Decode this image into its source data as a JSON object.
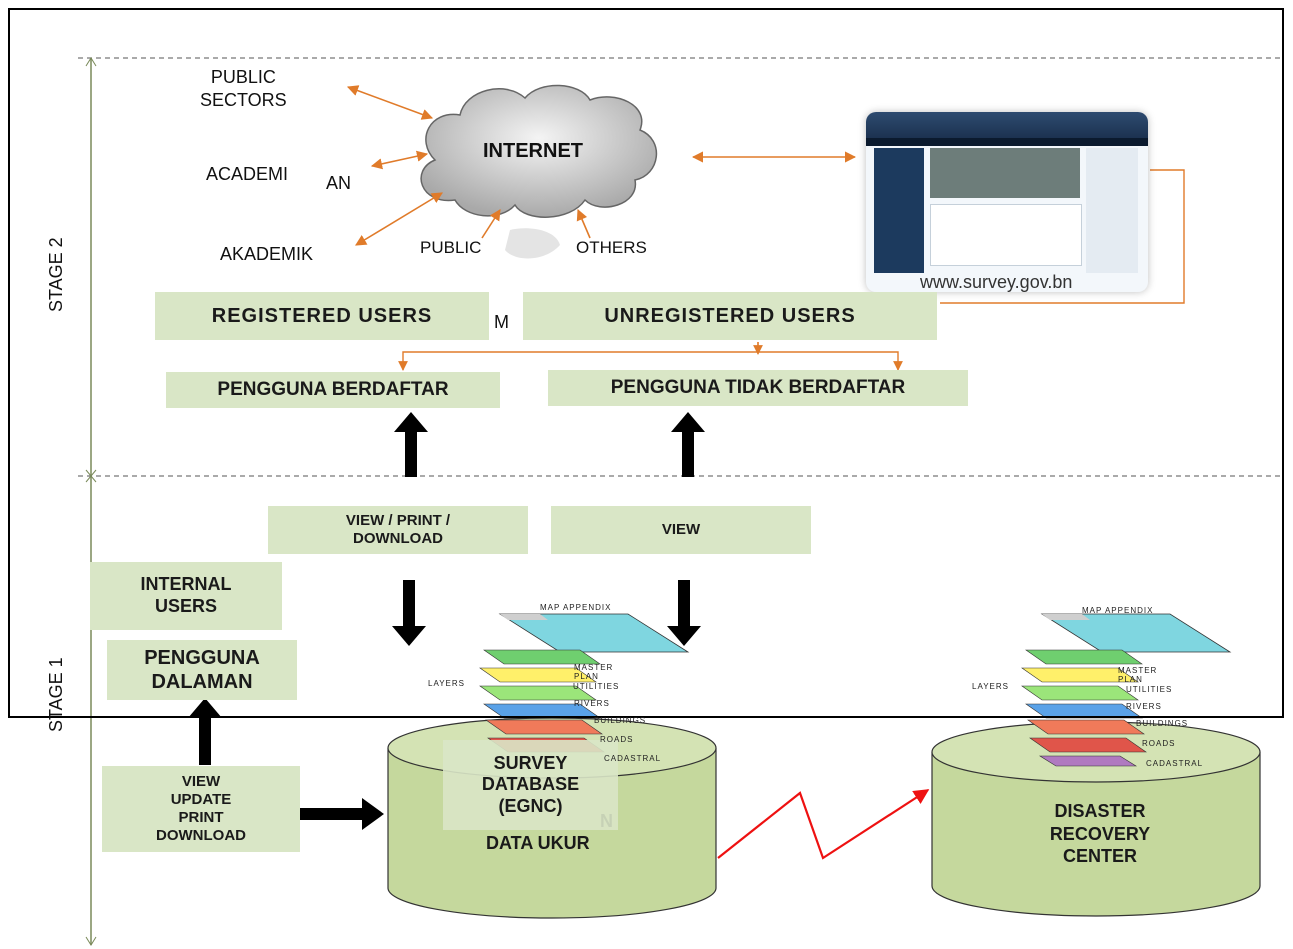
{
  "stages": {
    "stage2": "STAGE 2",
    "stage1": "STAGE 1"
  },
  "top": {
    "public_sectors": "PUBLIC\nSECTORS",
    "academia": "ACADEMI",
    "academia_fragment": "AN",
    "akademik": "AKADEMIK",
    "internet": "INTERNET",
    "public": "PUBLIC",
    "others": "OTHERS",
    "website_url": "www.survey.gov.bn"
  },
  "users": {
    "registered": "REGISTERED USERS",
    "registered_fragment": "M",
    "unregistered": "UNREGISTERED USERS",
    "registered_my": "PENGGUNA BERDAFTAR",
    "unregistered_my": "PENGGUNA TIDAK BERDAFTAR"
  },
  "access": {
    "registered_rights": "VIEW / PRINT /\nDOWNLOAD",
    "unregistered_rights": "VIEW"
  },
  "internal": {
    "en": "INTERNAL\nUSERS",
    "my": "PENGGUNA\nDALAMAN",
    "rights": "VIEW\nUPDATE\nPRINT\nDOWNLOAD"
  },
  "database": {
    "label": "SURVEY\nDATABASE\n(EGNC)",
    "behind_top": "N",
    "behind_bottom": "DATA UKUR"
  },
  "disaster": {
    "label": "DISASTER\nRECOVERY\nCENTER"
  },
  "layers": {
    "appendix": "MAP APPENDIX",
    "layers": "LAYERS",
    "master": "MASTER\nPLAN",
    "utilities": "UTILITIES",
    "rivers": "RIVERS",
    "buildings": "BUILDINGS",
    "roads": "ROADS",
    "cadastral": "CADASTRAL"
  },
  "colors": {
    "box_fill": "#d9e6c6",
    "cylinder_fill": "#c5d89d",
    "arrow_orange": "#e07b2a",
    "link_red": "#ee1111"
  }
}
